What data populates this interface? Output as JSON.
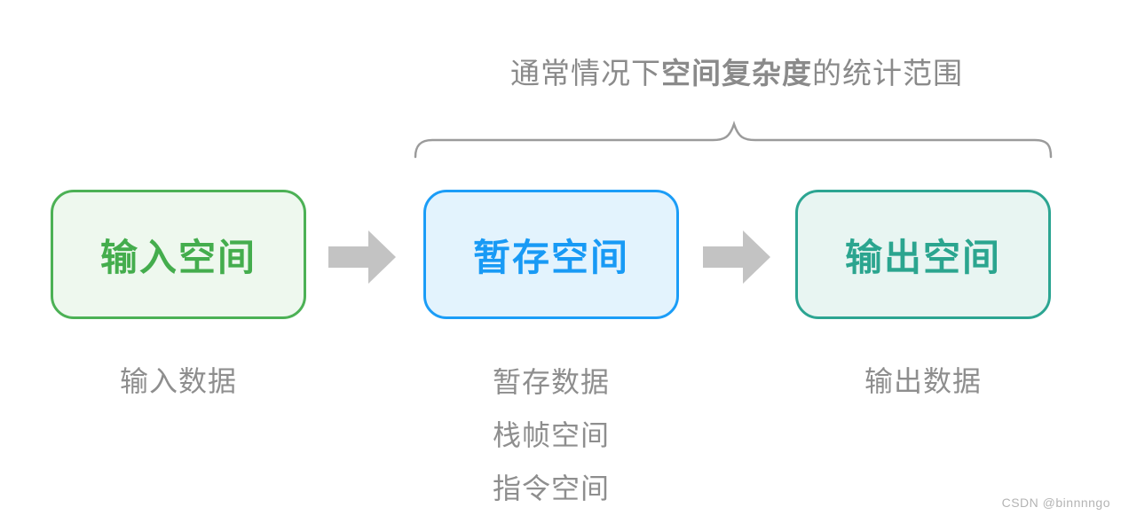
{
  "title": {
    "prefix": "通常情况下",
    "highlight": "空间复杂度",
    "suffix": "的统计范围"
  },
  "boxes": [
    {
      "id": "input-space",
      "label": "输入空间",
      "border_color": "#4cb155",
      "fill_color": "#eef8ee",
      "text_color": "#44ad4d"
    },
    {
      "id": "temp-space",
      "label": "暂存空间",
      "border_color": "#1b9df7",
      "fill_color": "#e3f3fd",
      "text_color": "#189af5"
    },
    {
      "id": "output-space",
      "label": "输出空间",
      "border_color": "#2ca592",
      "fill_color": "#e8f5f2",
      "text_color": "#2ba58f"
    }
  ],
  "annotations": {
    "input": [
      "输入数据"
    ],
    "temp": [
      "暂存数据",
      "栈帧空间",
      "指令空间"
    ],
    "output": [
      "输出数据"
    ]
  },
  "watermark": "CSDN @binnnngo",
  "colors": {
    "arrow": "#c3c3c3",
    "brace": "#9b9b9b",
    "title_text": "#8a8a8a",
    "annotation_text": "#8e8e8e",
    "watermark_text": "#b4b4b4",
    "background": "#ffffff"
  }
}
